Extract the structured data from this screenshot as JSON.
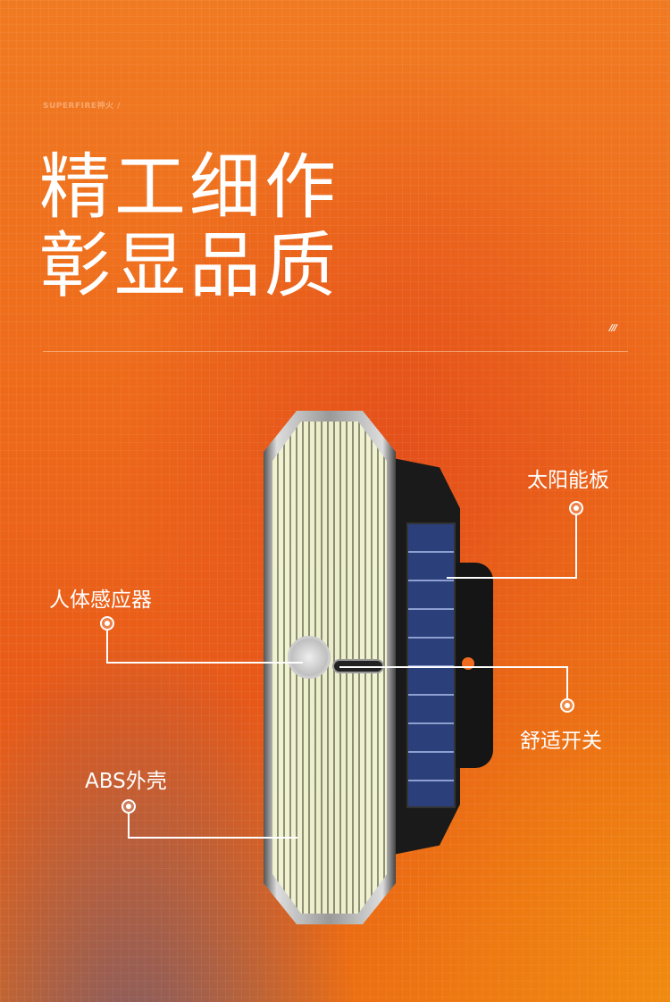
{
  "brand": "SUPERFIRE神火  /",
  "headline": {
    "line1": "精工细作",
    "line2": "彰显品质"
  },
  "decor": "///",
  "callouts": {
    "solar_panel": "太阳能板",
    "body_sensor": "人体感应器",
    "switch": "舒适开关",
    "shell": "ABS外壳"
  }
}
